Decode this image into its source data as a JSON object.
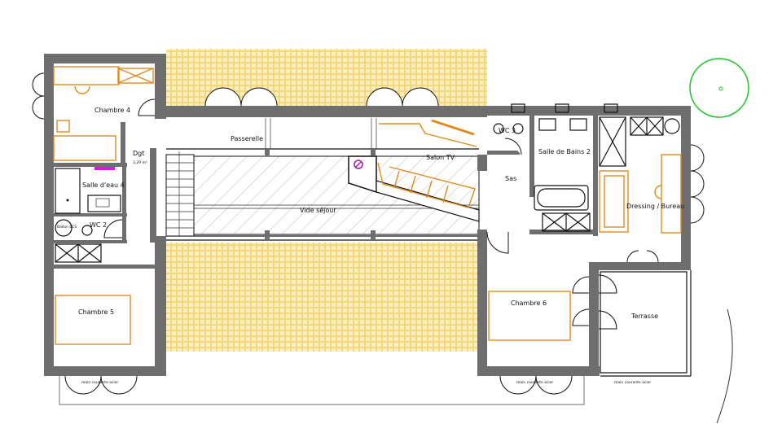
{
  "plan": {
    "rooms": {
      "chambre4": "Chambre 4",
      "dgt": "Dgt",
      "dgt_area": "3,29 m²",
      "salle_eau4": "Salle d'eau 4",
      "wc2": "WC 2",
      "ballon": "Ballon ECS",
      "passerelle": "Passerelle",
      "vide_sejour": "Vide séjour",
      "salon_tv": "Salon TV",
      "wc3": "WC 3",
      "sdb2": "Salle de Bains 2",
      "sas": "Sas",
      "dressing": "Dressing / Bureau",
      "chambre5": "Chambre 5",
      "chambre6": "Chambre 6",
      "terrasse": "Terrasse"
    },
    "railings": [
      "main courante acier",
      "main courante acier",
      "main courante acier"
    ]
  },
  "colors": {
    "wall": "#6e6e6e",
    "terrace_tile": "#f7e39a",
    "furniture": "#e08a1e",
    "accent_magenta": "#d21fd2",
    "tree_green": "#22c22b"
  }
}
